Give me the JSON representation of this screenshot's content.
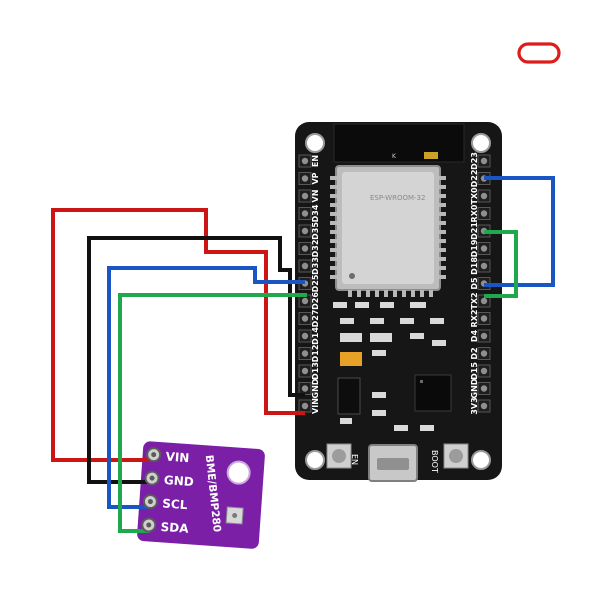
{
  "board": {
    "left_pins": [
      "EN",
      "VP",
      "VN",
      "D34",
      "D35",
      "D32",
      "D33",
      "D25",
      "D26",
      "D27",
      "D14",
      "D12",
      "D13",
      "GND",
      "VIN"
    ],
    "right_pins": [
      "D23",
      "D22",
      "TX0",
      "RX0",
      "D21",
      "D19",
      "D18",
      "D5",
      "TX2",
      "RX2",
      "D4",
      "D2",
      "D15",
      "GND",
      "3V3"
    ],
    "en_button_label": "EN",
    "boot_button_label": "BOOT",
    "module_mark": "K"
  },
  "sensor": {
    "title": "BME/BMP280",
    "pins": [
      "VIN",
      "GND",
      "SCL",
      "SDA"
    ]
  },
  "wires": [
    {
      "from": "VIN",
      "to": "VIN",
      "color": "#cc1515"
    },
    {
      "from": "GND",
      "to": "GND",
      "color": "#111111"
    },
    {
      "from": "SCL",
      "to": "D22",
      "color": "#1a55c4"
    },
    {
      "from": "SDA",
      "to": "D21",
      "color": "#1fa84d"
    }
  ],
  "colors": {
    "board": "#161616",
    "sensor": "#7a1fa6",
    "logo": "#dd1c1c"
  },
  "icons": [
    "brand-logo-icon"
  ]
}
